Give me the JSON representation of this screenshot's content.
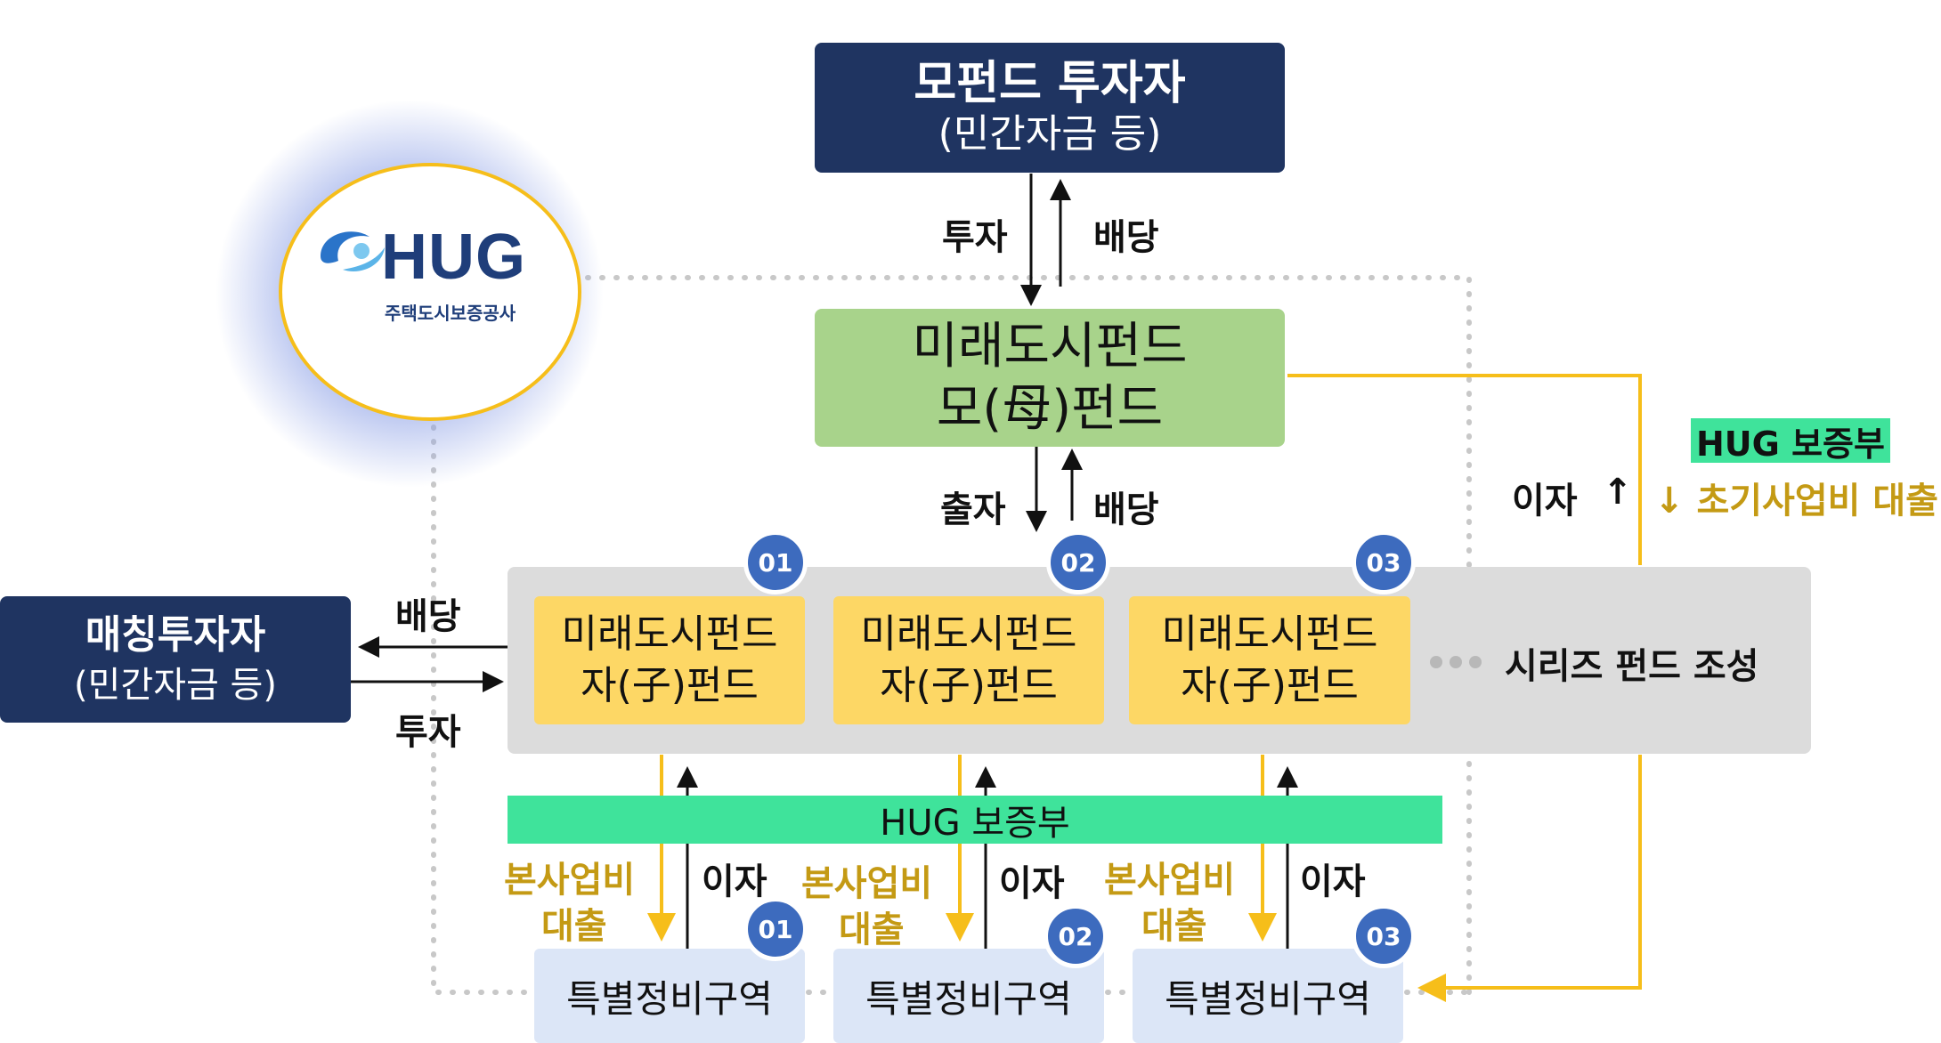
{
  "logo": {
    "brand": "HUG",
    "subtitle": "주택도시보증공사"
  },
  "parent_investor": {
    "line1": "모펀드 투자자",
    "line2": "(민간자금 등)"
  },
  "mother_fund": {
    "line1": "미래도시펀드",
    "line2": "모(母)펀드"
  },
  "matching_investor": {
    "line1": "매칭투자자",
    "line2": "(민간자금 등)"
  },
  "labels": {
    "invest_top": "투자",
    "dividend_top": "배당",
    "contribution": "출자",
    "dividend_mid": "배당",
    "dividend_left": "배당",
    "invest_left": "투자",
    "interest_right": "이자",
    "interest_arrow": "↑",
    "hug_guarantee_right": "HUG  보증부",
    "initial_loan": "↓ 초기사업비 대출"
  },
  "series_label": "시리즈 펀드 조성",
  "child_funds": [
    {
      "number": "01",
      "line1": "미래도시펀드",
      "line2": "자(子)펀드"
    },
    {
      "number": "02",
      "line1": "미래도시펀드",
      "line2": "자(子)펀드"
    },
    {
      "number": "03",
      "line1": "미래도시펀드",
      "line2": "자(子)펀드"
    }
  ],
  "guarantee_bar": "HUG  보증부",
  "loans": [
    {
      "line1": "본사업비",
      "line2": "대출",
      "interest": "이자"
    },
    {
      "line1": "본사업비",
      "line2": "대출",
      "interest": "이자"
    },
    {
      "line1": "본사업비",
      "line2": "대출",
      "interest": "이자"
    }
  ],
  "zones": [
    {
      "number": "01",
      "label": "특별정비구역"
    },
    {
      "number": "02",
      "label": "특별정비구역"
    },
    {
      "number": "03",
      "label": "특별정비구역"
    }
  ],
  "colors": {
    "navy": "#1f3461",
    "green": "#a8d38b",
    "yellow": "#fdd765",
    "gray": "#dcdcdc",
    "zone": "#dce6f7",
    "badge": "#3d6bbe",
    "guarantee": "#3fe39b",
    "gold_line": "#f6be1a",
    "gold_text": "#c49a14"
  }
}
